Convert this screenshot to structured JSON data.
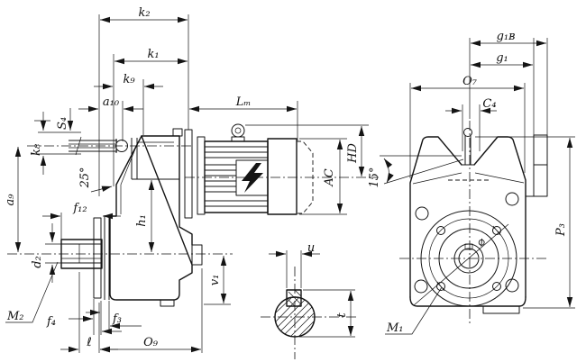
{
  "drawing": {
    "type": "gearmotor-dimension-drawing",
    "views": [
      "side-view",
      "end-view",
      "shaft-key-section"
    ],
    "line_color": "#141414",
    "background": "#ffffff"
  },
  "icons": {
    "motor_symbol": "lightning-bolt",
    "lifting_point": "eyebolt-ring"
  },
  "labels": {
    "side": {
      "k2": "k₂",
      "k1": "k₁",
      "k9": "k₉",
      "a10": "a₁₀",
      "lm": "Lₘ",
      "s4": "S₄",
      "k8": "k₈",
      "a9": "a₉",
      "angle25": "25°",
      "f12": "f₁₂",
      "d2": "d₂",
      "m2": "M₂",
      "f4": "f₄",
      "f3": "f₃",
      "l": "ℓ",
      "o9": "O₉",
      "h1": "h₁",
      "v1": "v₁",
      "ac": "AC",
      "hd": "HD"
    },
    "shaft_section": {
      "u": "u",
      "t": "t"
    },
    "front": {
      "g1b": "g₁ʙ",
      "g1": "g₁",
      "o7": "O₇",
      "c4": "C₄",
      "angle15": "15°",
      "p3": "P₃",
      "m1": "M₁",
      "diameter": "⌀"
    }
  }
}
